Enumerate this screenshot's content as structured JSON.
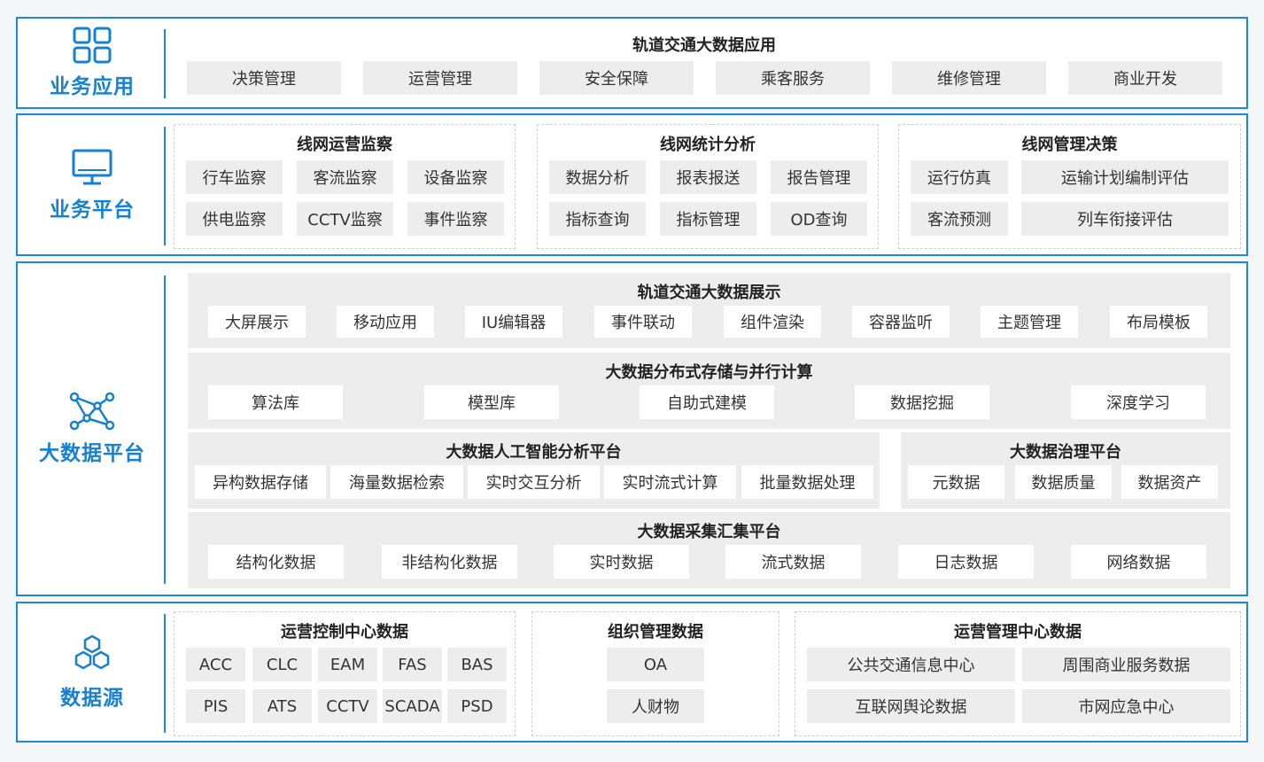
{
  "colors": {
    "accent": "#1e88d8",
    "label": "#1681d2",
    "chip": "#ededed"
  },
  "layers": {
    "app": {
      "label": "业务应用",
      "icon": "grid-icon",
      "title": "轨道交通大数据应用",
      "items": [
        "决策管理",
        "运营管理",
        "安全保障",
        "乘客服务",
        "维修管理",
        "商业开发"
      ]
    },
    "platform": {
      "label": "业务平台",
      "icon": "monitor-icon",
      "groups": [
        {
          "title": "线网运营监察",
          "items": [
            "行车监察",
            "客流监察",
            "设备监察",
            "供电监察",
            "CCTV监察",
            "事件监察"
          ]
        },
        {
          "title": "线网统计分析",
          "items": [
            "数据分析",
            "报表报送",
            "报告管理",
            "指标查询",
            "指标管理",
            "OD查询"
          ]
        },
        {
          "title": "线网管理决策",
          "items": [
            "运行仿真",
            "运输计划编制评估",
            "客流预测",
            "列车衔接评估"
          ]
        }
      ]
    },
    "bigdata": {
      "label": "大数据平台",
      "icon": "network-icon",
      "display": {
        "title": "轨道交通大数据展示",
        "items": [
          "大屏展示",
          "移动应用",
          "IU编辑器",
          "事件联动",
          "组件渲染",
          "容器监听",
          "主题管理",
          "布局模板"
        ]
      },
      "storage": {
        "title": "大数据分布式存储与并行计算",
        "items": [
          "算法库",
          "模型库",
          "自助式建模",
          "数据挖掘",
          "深度学习"
        ]
      },
      "ai": {
        "title": "大数据人工智能分析平台",
        "items": [
          "异构数据存储",
          "海量数据检索",
          "实时交互分析",
          "实时流式计算",
          "批量数据处理"
        ]
      },
      "governance": {
        "title": "大数据治理平台",
        "items": [
          "元数据",
          "数据质量",
          "数据资产"
        ]
      },
      "collect": {
        "title": "大数据采集汇集平台",
        "items": [
          "结构化数据",
          "非结构化数据",
          "实时数据",
          "流式数据",
          "日志数据",
          "网络数据"
        ]
      }
    },
    "source": {
      "label": "数据源",
      "icon": "hexagons-icon",
      "groups": [
        {
          "title": "运营控制中心数据",
          "items": [
            "ACC",
            "CLC",
            "EAM",
            "FAS",
            "BAS",
            "PIS",
            "ATS",
            "CCTV",
            "SCADA",
            "PSD"
          ]
        },
        {
          "title": "组织管理数据",
          "items": [
            "OA",
            "人财物"
          ]
        },
        {
          "title": "运营管理中心数据",
          "items": [
            "公共交通信息中心",
            "周围商业服务数据",
            "互联网舆论数据",
            "市网应急中心"
          ]
        }
      ]
    }
  }
}
